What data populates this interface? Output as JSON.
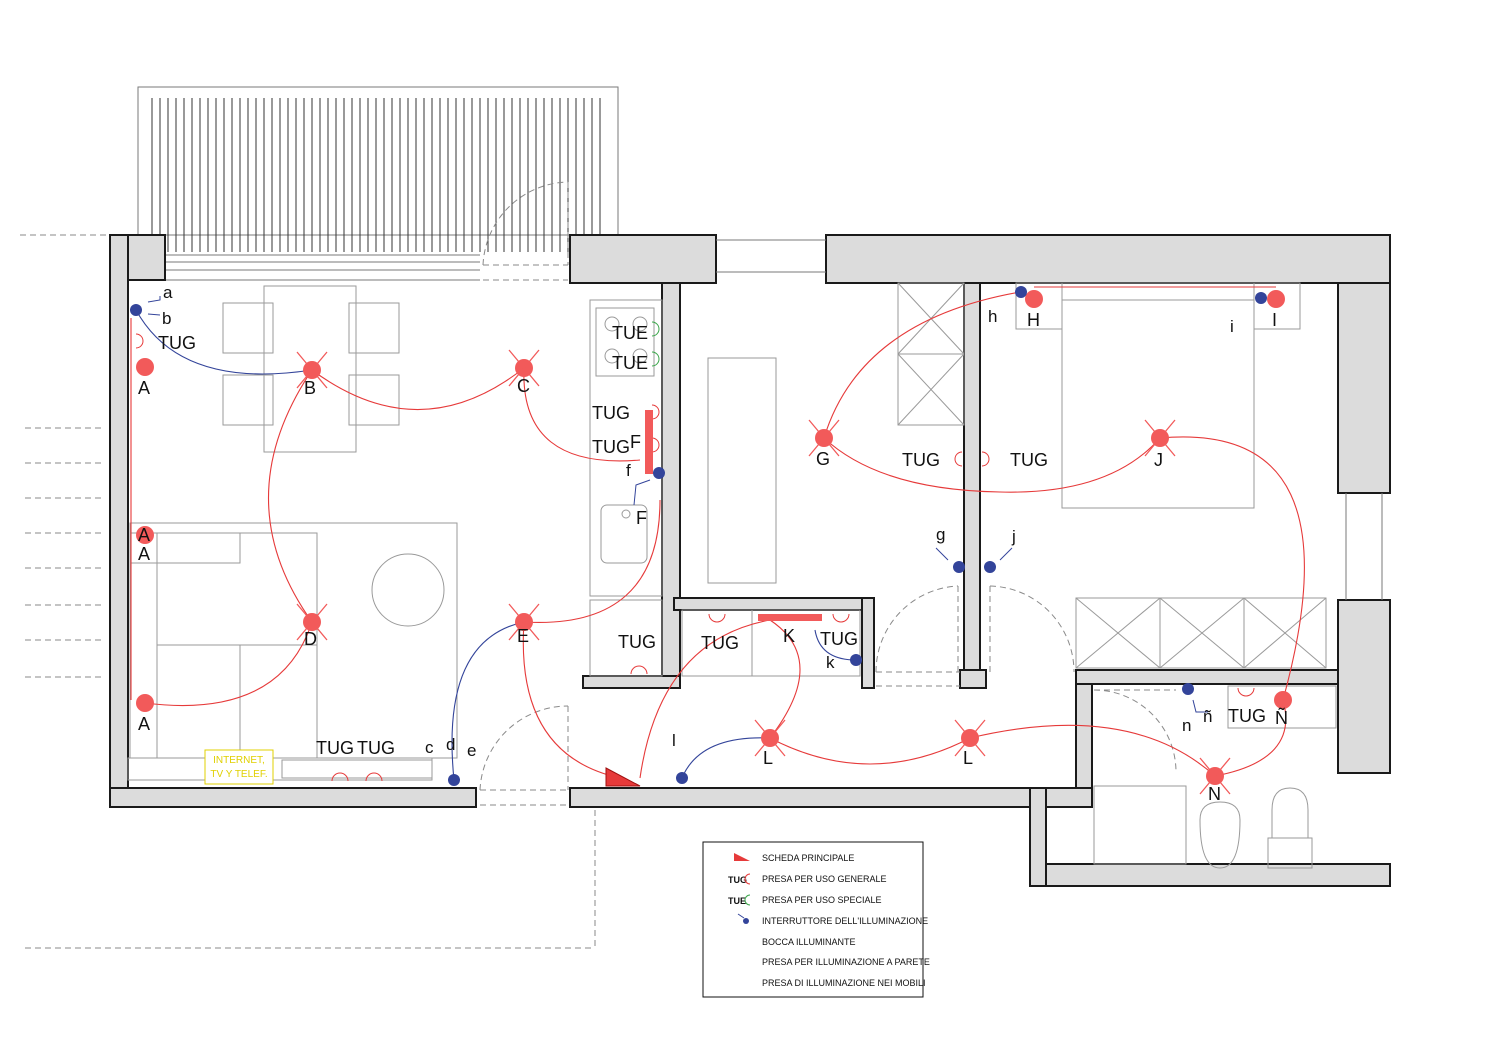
{
  "labels": {
    "tug": "TUG",
    "tue": "TUE",
    "internet_l1": "INTERNET,",
    "internet_l2": "TV Y TELEF."
  },
  "lights": [
    {
      "id": "A",
      "label": "A"
    },
    {
      "id": "B",
      "label": "B"
    },
    {
      "id": "C",
      "label": "C"
    },
    {
      "id": "D",
      "label": "D"
    },
    {
      "id": "E",
      "label": "E"
    },
    {
      "id": "F",
      "label": "F"
    },
    {
      "id": "G",
      "label": "G"
    },
    {
      "id": "H",
      "label": "H"
    },
    {
      "id": "I",
      "label": "I"
    },
    {
      "id": "J",
      "label": "J"
    },
    {
      "id": "K",
      "label": "K"
    },
    {
      "id": "L",
      "label": "L"
    },
    {
      "id": "N",
      "label": "N"
    },
    {
      "id": "Ñ",
      "label": "Ñ"
    }
  ],
  "switches": [
    "a",
    "b",
    "c",
    "d",
    "e",
    "f",
    "g",
    "h",
    "i",
    "j",
    "k",
    "l",
    "n",
    "ñ"
  ],
  "legend": {
    "items": [
      {
        "icon": "panel",
        "prefix": "",
        "text": "SCHEDA PRINCIPALE"
      },
      {
        "icon": "tug",
        "prefix": "TUG",
        "text": "PRESA PER USO GENERALE"
      },
      {
        "icon": "tue",
        "prefix": "TUE",
        "text": "PRESA PER USO SPECIALE"
      },
      {
        "icon": "switch",
        "prefix": "",
        "text": "INTERRUTTORE DELL'ILLUMINAZIONE"
      },
      {
        "icon": "none",
        "prefix": "",
        "text": "BOCCA ILLUMINANTE"
      },
      {
        "icon": "none",
        "prefix": "",
        "text": "PRESA PER ILLUMINAZIONE A PARETE"
      },
      {
        "icon": "none",
        "prefix": "",
        "text": "PRESA DI ILLUMINAZIONE NEI MOBILI"
      }
    ]
  },
  "colors": {
    "wall_fill": "#dcdcdc",
    "light": "#f25a5a",
    "wire_light": "#e63a3a",
    "switch": "#33449a",
    "wire_switch": "#33449a",
    "tue": "#3aa64a",
    "internet_text": "#e0d000"
  }
}
